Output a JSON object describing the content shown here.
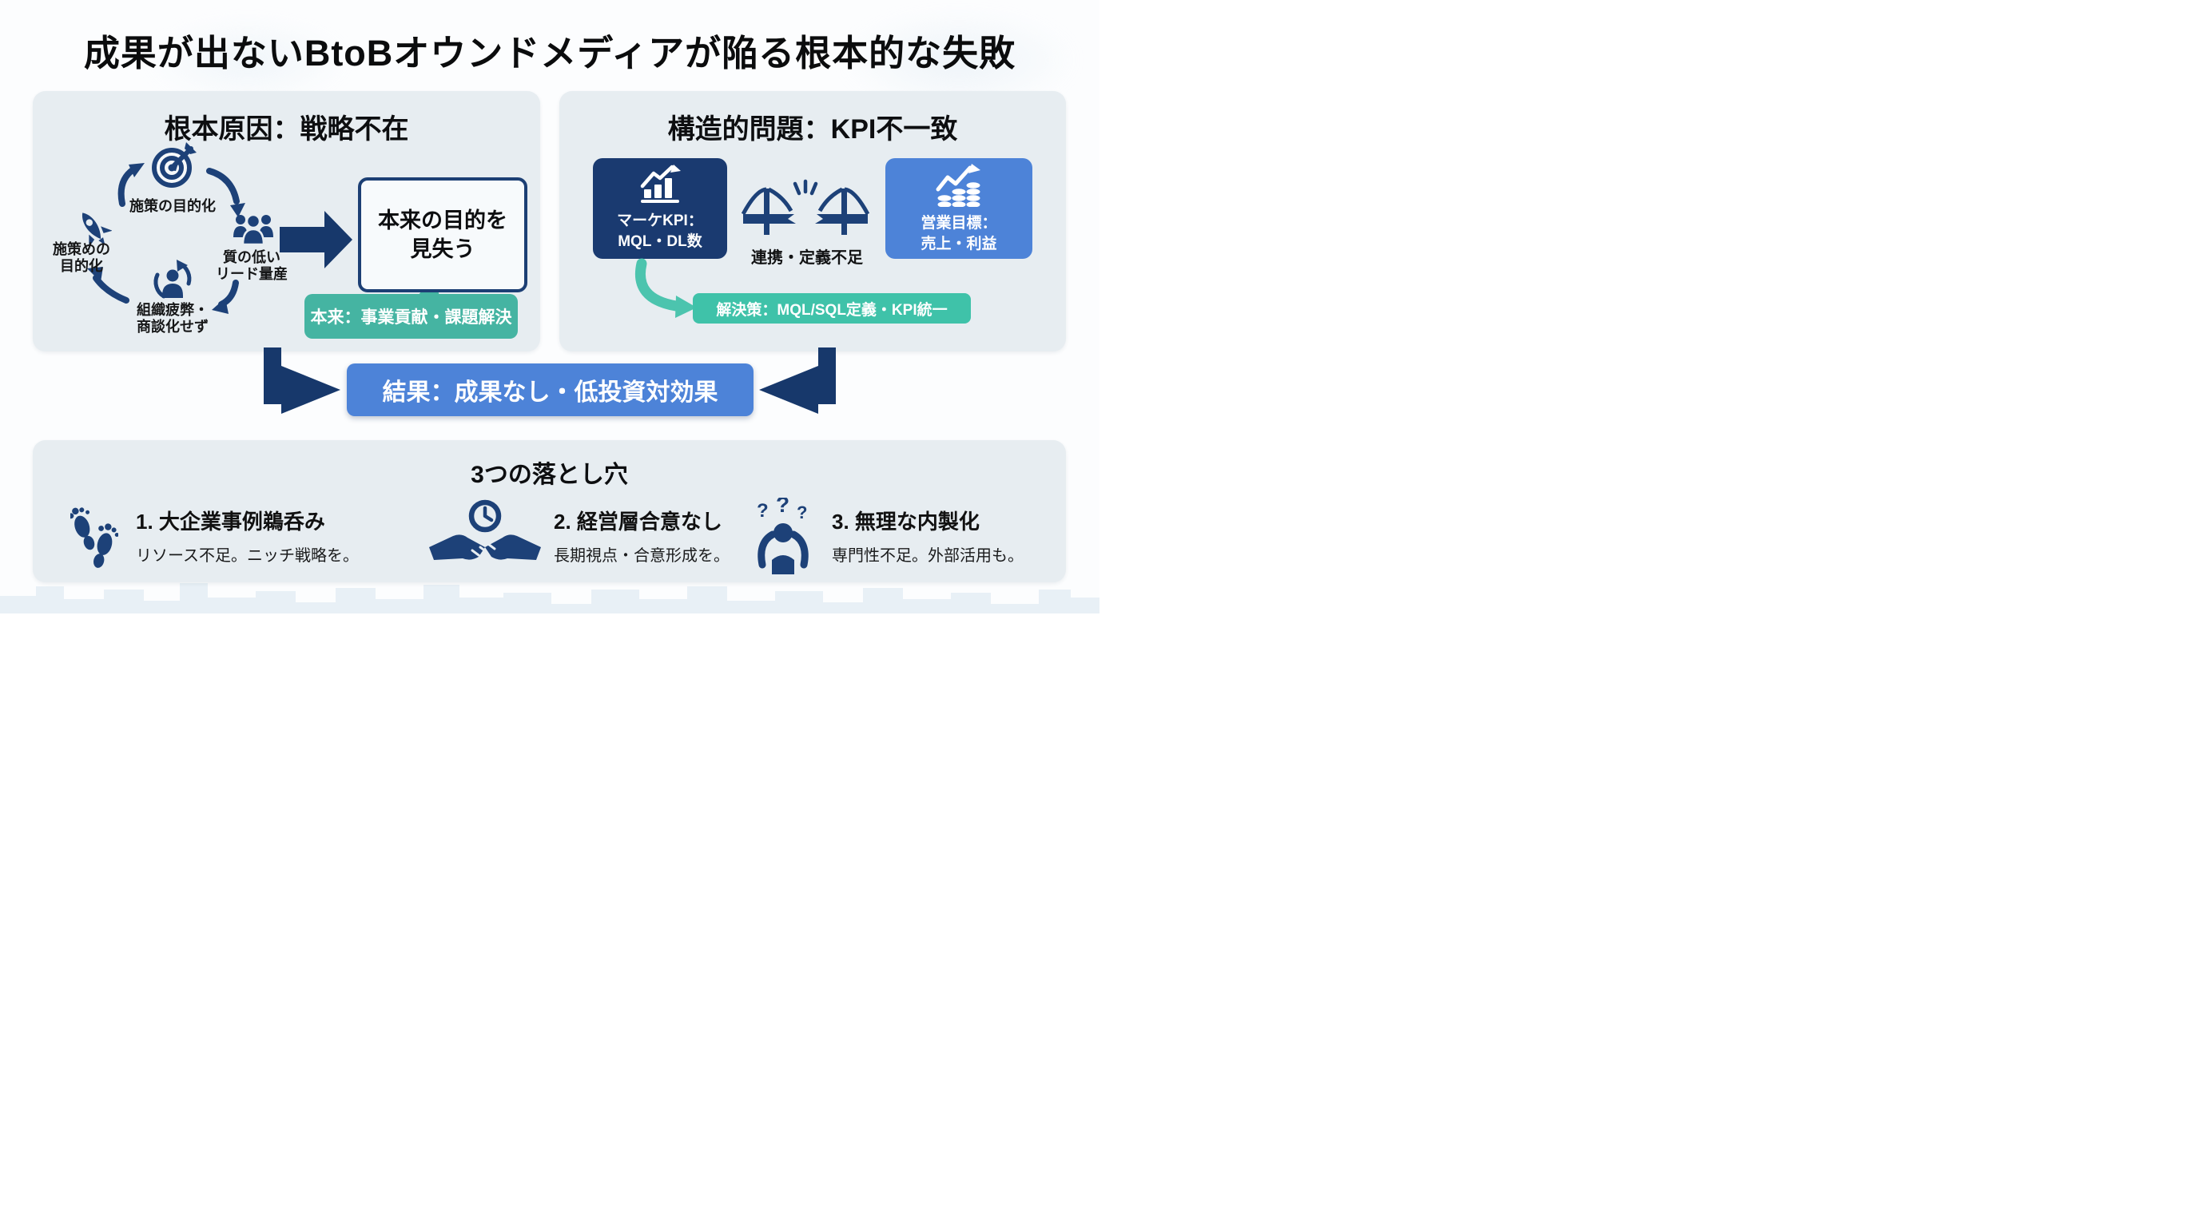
{
  "title": "成果が出ないBtoBオウンドメディアが陥る根本的な失敗",
  "colors": {
    "navy": "#1d4178",
    "dark_box": "#1a3a70",
    "blue": "#4d83d8",
    "teal_callout": "#45b4a2",
    "teal_solution": "#3fc2a9",
    "panel_bg": "#e7edf1"
  },
  "left_panel": {
    "heading": "根本原因：戦略不在",
    "cycle": {
      "top": {
        "icon": "target-icon",
        "label": "施策の目的化"
      },
      "right": {
        "icon": "people-icon",
        "label": "質の低い\nリード量産"
      },
      "bottom": {
        "icon": "person-cycle-icon",
        "label": "組織疲弊・\n商談化せず"
      },
      "left": {
        "icon": "rocket-icon",
        "label": "施策めの\n目的化"
      }
    },
    "outcome_box": "本来の目的を\n見失う",
    "callout": "本来：事業貢献・課題解決"
  },
  "right_panel": {
    "heading": "構造的問題：KPI不一致",
    "marketing_box": {
      "icon": "bar-chart-icon",
      "label": "マーケKPI：\nMQL・DL数"
    },
    "gap": {
      "icon": "broken-bridge-icon",
      "label": "連携・定義不足"
    },
    "sales_box": {
      "icon": "coins-growth-icon",
      "label": "営業目標：\n売上・利益"
    },
    "solution": "解決策：MQL/SQL定義・KPI統一"
  },
  "result_banner": "結果：成果なし・低投資対効果",
  "pitfalls": {
    "heading": "3つの落とし穴",
    "items": [
      {
        "icon": "footprints-icon",
        "title": "1. 大企業事例鵜呑み",
        "desc": "リソース不足。ニッチ戦略を。"
      },
      {
        "icon": "handshake-clock-icon",
        "title": "2. 経営層合意なし",
        "desc": "長期視点・合意形成を。"
      },
      {
        "icon": "confused-person-icon",
        "title": "3. 無理な内製化",
        "desc": "専門性不足。外部活用も。"
      }
    ]
  }
}
